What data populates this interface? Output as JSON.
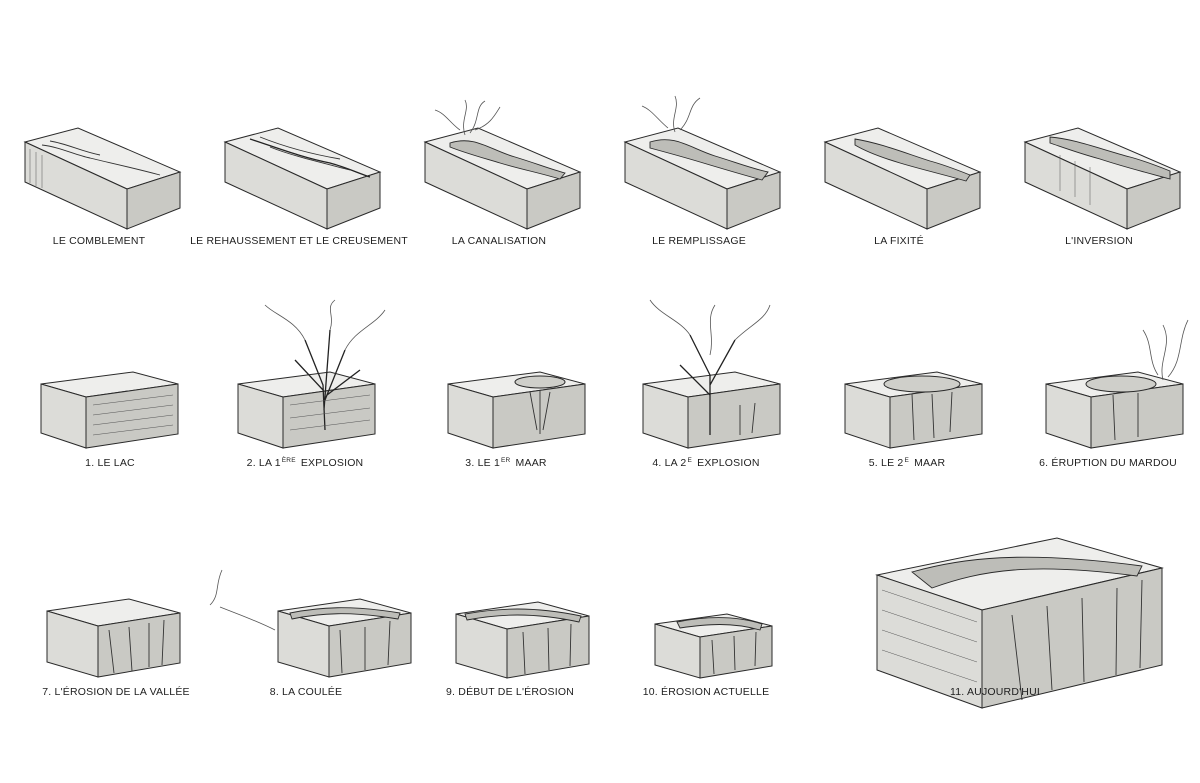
{
  "row1": {
    "p1": "LE COMBLEMENT",
    "p2": "LE REHAUSSEMENT ET LE CREUSEMENT",
    "p3": "LA CANALISATION",
    "p4": "LE REMPLISSAGE",
    "p5": "LA FIXITÉ",
    "p6": "L'INVERSION"
  },
  "row2": {
    "p1": "1.  LE LAC",
    "p2_pre": "2. LA 1",
    "p2_sup": "ÈRE",
    "p2_post": " EXPLOSION",
    "p3_pre": "3. LE 1",
    "p3_sup": "ER",
    "p3_post": " MAAR",
    "p4_pre": "4. LA 2",
    "p4_sup": "E",
    "p4_post": " EXPLOSION",
    "p5_pre": "5.  LE 2",
    "p5_sup": "E",
    "p5_post": " MAAR",
    "p6": "6. ÉRUPTION DU MARDOU"
  },
  "row3": {
    "p1": "7. L'ÉROSION DE LA VALLÉE",
    "p2": "8. LA COULÉE",
    "p3": "9. DÉBUT DE L'ÉROSION",
    "p4": "10. ÉROSION ACTUELLE",
    "p5": "11. AUJOURD'HUI"
  }
}
